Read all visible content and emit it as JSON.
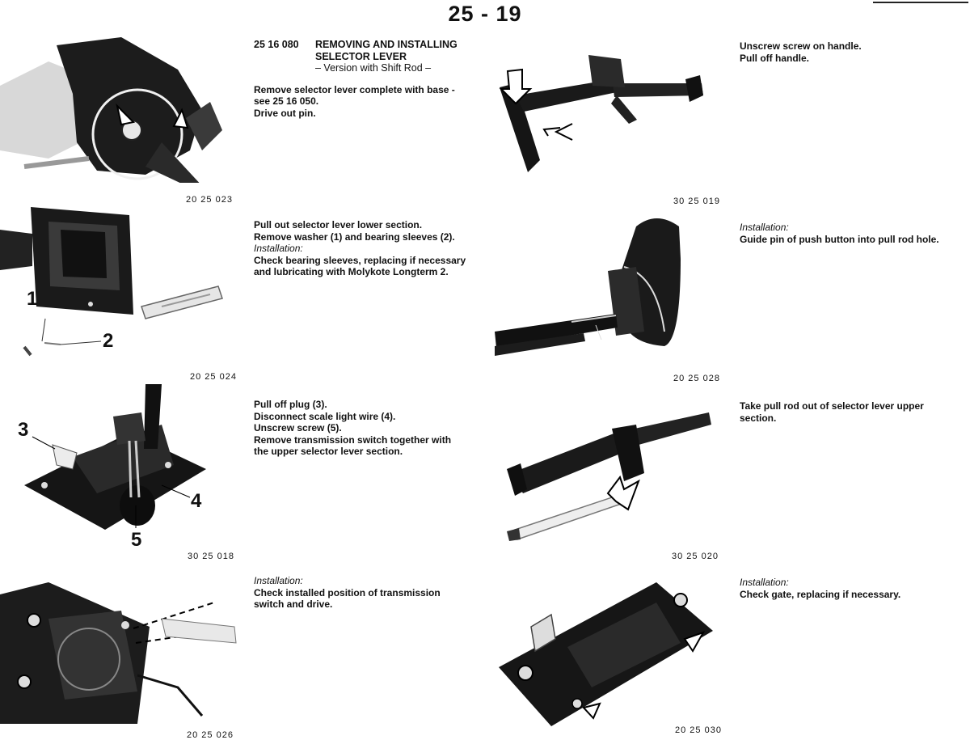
{
  "page": {
    "number": "25 - 19"
  },
  "left_column": {
    "section_1": {
      "code": "25 16 080",
      "title_line_1": "REMOVING AND INSTALLING",
      "title_line_2": "SELECTOR LEVER",
      "subtitle": "– Version with Shift Rod –",
      "lines": [
        "Remove selector lever complete with base -",
        "see 25 16 050.",
        "Drive out pin."
      ],
      "figure": "20 25 023"
    },
    "section_2": {
      "lines": [
        "Pull out selector lever lower section.",
        "Remove washer (1) and bearing sleeves (2)."
      ],
      "installation_label": "Installation:",
      "install_lines": [
        "Check bearing sleeves, replacing if necessary",
        "and lubricating with Molykote Longterm 2."
      ],
      "figure": "20 25 024",
      "callouts": [
        "1",
        "2"
      ]
    },
    "section_3": {
      "lines": [
        "Pull off plug (3).",
        "Disconnect scale light wire (4).",
        "Unscrew screw (5).",
        "Remove transmission switch together with",
        "the upper selector lever section."
      ],
      "figure": "30 25 018",
      "callouts": [
        "3",
        "4",
        "5"
      ]
    },
    "section_4": {
      "installation_label": "Installation:",
      "install_lines": [
        "Check installed position of transmission",
        "switch and drive."
      ],
      "figure": "20 25 026"
    }
  },
  "right_column": {
    "section_1": {
      "lines": [
        "Unscrew screw on handle.",
        "Pull off handle."
      ],
      "figure": "30 25 019"
    },
    "section_2": {
      "installation_label": "Installation:",
      "install_lines": [
        "Guide pin of push button into pull rod hole."
      ],
      "figure": "20 25 028"
    },
    "section_3": {
      "lines": [
        "Take pull rod out of selector lever upper",
        "section."
      ],
      "figure": "30 25 020"
    },
    "section_4": {
      "installation_label": "Installation:",
      "install_lines": [
        "Check gate, replacing if necessary."
      ],
      "figure": "20 25 030"
    }
  }
}
